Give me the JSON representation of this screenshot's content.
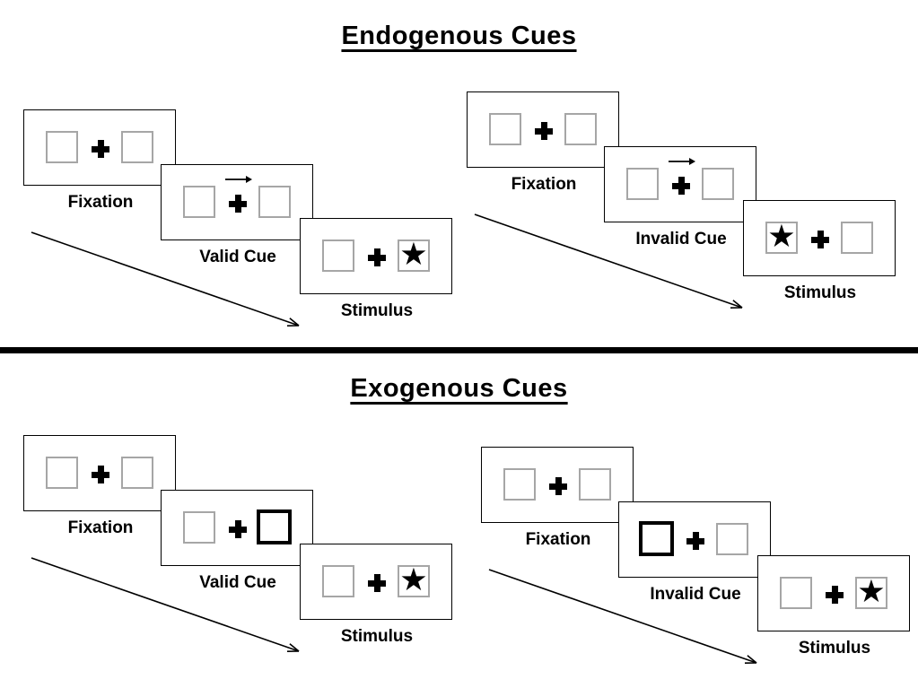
{
  "colors": {
    "ink": "#000000",
    "panel_border": "#000000",
    "box_border": "#a6a6a6",
    "background": "#ffffff"
  },
  "symbols": {
    "star": "★"
  },
  "sections": [
    {
      "title": "Endogenous Cues",
      "sequences": [
        {
          "name": "valid",
          "panels": [
            {
              "label": "Fixation",
              "left_box": "empty",
              "right_box": "empty"
            },
            {
              "label": "Valid Cue",
              "cue": "central-arrow-right",
              "left_box": "empty",
              "right_box": "empty"
            },
            {
              "label": "Stimulus",
              "left_box": "empty",
              "right_box": "star"
            }
          ]
        },
        {
          "name": "invalid",
          "panels": [
            {
              "label": "Fixation",
              "left_box": "empty",
              "right_box": "empty"
            },
            {
              "label": "Invalid Cue",
              "cue": "central-arrow-right",
              "left_box": "empty",
              "right_box": "empty"
            },
            {
              "label": "Stimulus",
              "left_box": "star",
              "right_box": "empty"
            }
          ]
        }
      ]
    },
    {
      "title": "Exogenous Cues",
      "sequences": [
        {
          "name": "valid",
          "panels": [
            {
              "label": "Fixation",
              "left_box": "empty",
              "right_box": "empty"
            },
            {
              "label": "Valid Cue",
              "cue": "peripheral-highlight-right",
              "left_box": "empty",
              "right_box": "highlight"
            },
            {
              "label": "Stimulus",
              "left_box": "empty",
              "right_box": "star"
            }
          ]
        },
        {
          "name": "invalid",
          "panels": [
            {
              "label": "Fixation",
              "left_box": "empty",
              "right_box": "empty"
            },
            {
              "label": "Invalid Cue",
              "cue": "peripheral-highlight-left",
              "left_box": "highlight",
              "right_box": "empty"
            },
            {
              "label": "Stimulus",
              "left_box": "empty",
              "right_box": "star"
            }
          ]
        }
      ]
    }
  ]
}
